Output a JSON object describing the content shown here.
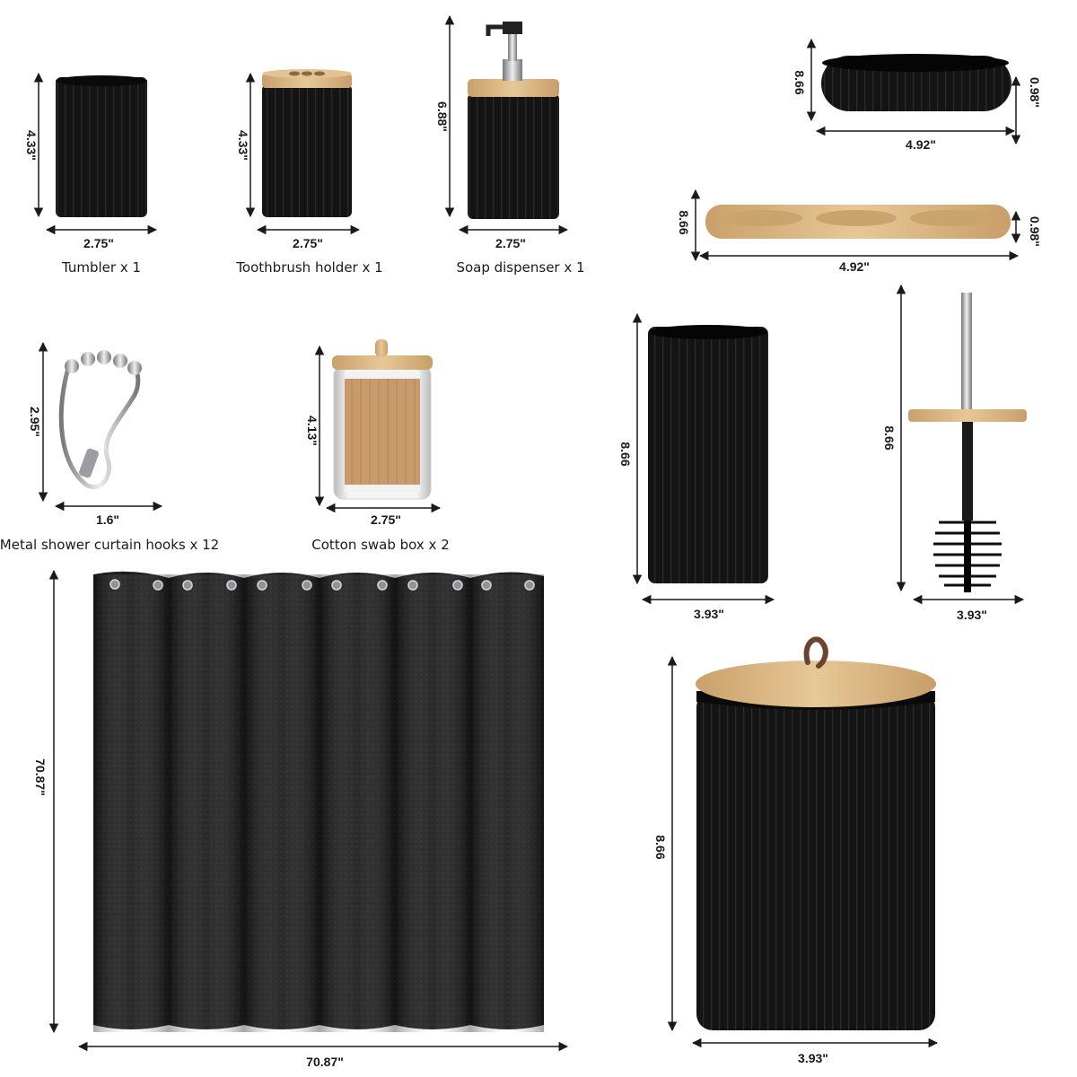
{
  "colors": {
    "black_product": "#111111",
    "bamboo": "#d9b886",
    "metal": "#b9bcc0",
    "line": "#1a1a1a"
  },
  "products": {
    "tumbler": {
      "caption": "Tumbler x 1",
      "height": "4.33\"",
      "width": "2.75\""
    },
    "toothbrush_holder": {
      "caption": "Toothbrush holder x 1",
      "height": "4.33\"",
      "width": "2.75\""
    },
    "soap_dispenser": {
      "caption": "Soap dispenser x 1",
      "height": "6.88\"",
      "width": "2.75\""
    },
    "soap_dish": {
      "height_left": "8.66",
      "height_right": "0.98\"",
      "width": "4.92\""
    },
    "bamboo_tray": {
      "height_left": "8.66",
      "height_right": "0.98\"",
      "width": "4.92\""
    },
    "shower_hook": {
      "caption": "Metal shower curtain hooks x 12",
      "height": "2.95\"",
      "width": "1.6\""
    },
    "cotton_swab_box": {
      "caption": "Cotton swab box x 2",
      "height": "4.13\"",
      "width": "2.75\""
    },
    "tall_cup": {
      "height": "8.66",
      "width": "3.93\""
    },
    "toilet_brush": {
      "height": "8.66",
      "width": "3.93\""
    },
    "shower_curtain": {
      "height": "70.87\"",
      "width": "70.87\""
    },
    "trash_can": {
      "height": "8.66",
      "width": "3.93\""
    }
  }
}
